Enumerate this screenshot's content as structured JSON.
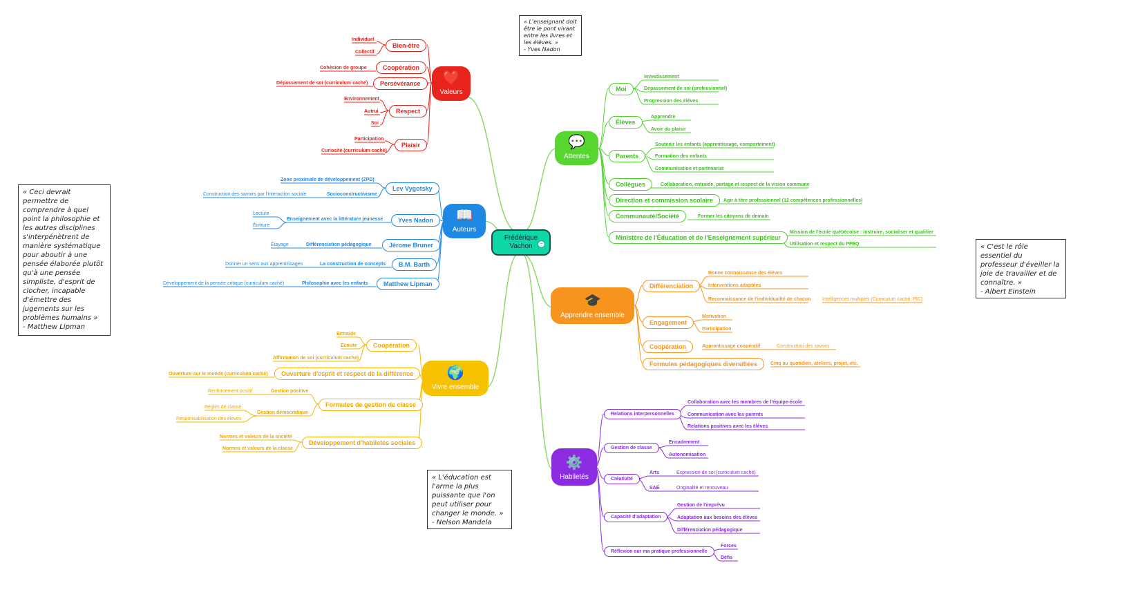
{
  "center": {
    "line1": "Frédérique",
    "line2": "Vachon"
  },
  "colors": {
    "valeurs": "#e8231c",
    "auteurs": "#1e88e5",
    "vivre": "#f6b800",
    "attentes": "#4ed32c",
    "apprendre": "#f7941d",
    "habiletes": "#8b2be2",
    "line": "#8fd86f"
  },
  "branches": {
    "valeurs": {
      "label": "Valeurs",
      "icon": "heart-icon"
    },
    "auteurs": {
      "label": "Auteurs",
      "icon": "book-icon"
    },
    "vivre": {
      "label": "Vivre ensemble",
      "icon": "globe-icon"
    },
    "attentes": {
      "label": "Attentes",
      "icon": "speech-bubble-icon"
    },
    "apprendre": {
      "label": "Apprendre ensemble",
      "icon": "graduation-cap-icon"
    },
    "habiletes": {
      "label": "Habiletés",
      "icon": "gear-icon"
    }
  },
  "valeurs": {
    "bienetre": "Bien-être",
    "individuel": "Individuel",
    "collectif": "Collectif",
    "cooperation": "Coopération",
    "cohesion": "Cohésion de groupe",
    "perseverance": "Persévérance",
    "depassement": "Dépassement de soi (curriculum caché)",
    "respect": "Respect",
    "environnement": "Environnement",
    "autrui": "Autrui",
    "soi": "Soi",
    "plaisir": "Plaisir",
    "participation": "Participation",
    "curiosite": "Curiosité (curriculum caché)"
  },
  "auteurs": {
    "vygotsky": "Lev Vygotsky",
    "zpd": "Zone proximale de développement (ZPD)",
    "socio": "Socioconstructivisme",
    "construction": "Construction des savoirs par l'interaction sociale",
    "nadon": "Yves Nadon",
    "litterature": "Enseignement avec la littérature jeunesse",
    "lecture": "Lecture",
    "ecriture": "Écriture",
    "bruner": "Jérome Bruner",
    "differenciation": "Différenciation pédagogique",
    "etayage": "Étayage",
    "barth": "B.M. Barth",
    "concepts": "La construction de concepts",
    "sens": "Donner un sens aux apprentissages",
    "lipman": "Matthew Lipman",
    "philo": "Philosophie avec les enfants",
    "pensee": "Développement de la pensée critique (curriculum caché)"
  },
  "vivre": {
    "cooperation": "Coopération",
    "entraide": "Entraide",
    "ecoute": "Écoute",
    "affirmation": "Affirmation de soi (curriculum caché)",
    "ouverture": "Ouverture d'esprit et respect de la différence",
    "monde": "Ouverture sur le monde (curriculum caché)",
    "formules": "Formules de gestion de classe",
    "positive": "Gestion positive",
    "renforcement": "Renforcement positif",
    "democratique": "Gestion démocratique",
    "regles": "Règles de classe",
    "responsabilisation": "Responsabilisation des élèves",
    "habiletes": "Développement d'habiletés sociales",
    "normes_societe": "Normes et valeurs de la société",
    "normes_classe": "Normes et valeurs de la classe"
  },
  "attentes": {
    "moi": "Moi",
    "investissement": "Investissement",
    "depassement": "Dépassement de soi (professionnel)",
    "progression": "Progression des élèves",
    "eleves": "Élèves",
    "apprendre": "Apprendre",
    "plaisir": "Avoir du plaisir",
    "parents": "Parents",
    "soutenir": "Soutenir les enfants (apprentissage, comportement)",
    "formation": "Formation des enfants",
    "communication": "Communication et partenariat",
    "collegues": "Collègues",
    "collaboration": "Collaboration, entraide, partage et respect de la vision commune",
    "direction": "Direction et commission scolaire",
    "agir": "Agir à titre professionnel (12 compétences professionnelles)",
    "communaute": "Communauté/Société",
    "citoyens": "Former les citoyens de demain",
    "ministere": "Ministère de l'Éducation et de l'Enseignement supérieur",
    "mission": "Mission de l'école québécoise : instruire, socialiser et qualifier",
    "pfeq": "Utilisation et respect du PFEQ"
  },
  "apprendre": {
    "differenciation": "Différenciation",
    "connaissance": "Bonne connaissance des élèves",
    "interventions": "Interventions adaptées",
    "reconnaissance": "Reconnaissance de l'individualité de chacun",
    "intelligences": "Intelligences multiples (Curriculum caché, PIC)",
    "engagement": "Engagement",
    "motivation": "Motivation",
    "participation": "Participation",
    "cooperation": "Coopération",
    "cooperatif": "Apprentissage coopératif",
    "construction": "Construction des savoirs",
    "formules": "Formules pédagogiques diversifiées",
    "cinq": "Cinq au quotidien, ateliers, projet, etc."
  },
  "habiletes": {
    "relations": "Relations interpersonnelles",
    "collab": "Collaboration avec les membres de l'équipe-école",
    "comm": "Communication avec les parents",
    "positives": "Relations positives avec les élèves",
    "gestion": "Gestion de classe",
    "encadrement": "Encadrement",
    "autonomisation": "Autonomisation",
    "creativite": "Créativité",
    "arts": "Arts",
    "expression": "Expression de soi (curriculum caché)",
    "sae": "SAÉ",
    "originalite": "Originalité et renouveau",
    "adaptation": "Capacité d'adaptation",
    "imprevu": "Gestion de l'imprévu",
    "besoins": "Adaptation aux besoins des élèves",
    "diff": "Différenciation pédagogique",
    "reflexion": "Réflexion sur ma pratique professionnelle",
    "forces": "Forces",
    "defis": "Défis"
  },
  "quotes": {
    "nadon": "« L'enseignant doit\nêtre le pont vivant\nentre les livres et\nles élèves. »\n       - Yves Nadon",
    "lipman": "« Ceci devrait\npermettre de\ncomprendre à quel\npoint la philosophie et\nles autres disciplines\ns'interpénètrent de\nmanière systématique\npour aboutir à une\npensée élaborée plutôt\nqu'à une pensée\nsimpliste, d'esprit de\nclocher, incapable\nd'émettre des\njugements sur les\nproblèmes humains »\n          - Matthew Lipman",
    "mandela": "« L'éducation est\nl'arme la plus\npuissante que l'on\npeut utiliser pour\nchanger le monde. »\n       - Nelson Mandela",
    "einstein": "« C'est le rôle\nessentiel du\nprofesseur d'éveiller la\njoie de travailler et de\nconnaître. »\n          - Albert Einstein"
  }
}
